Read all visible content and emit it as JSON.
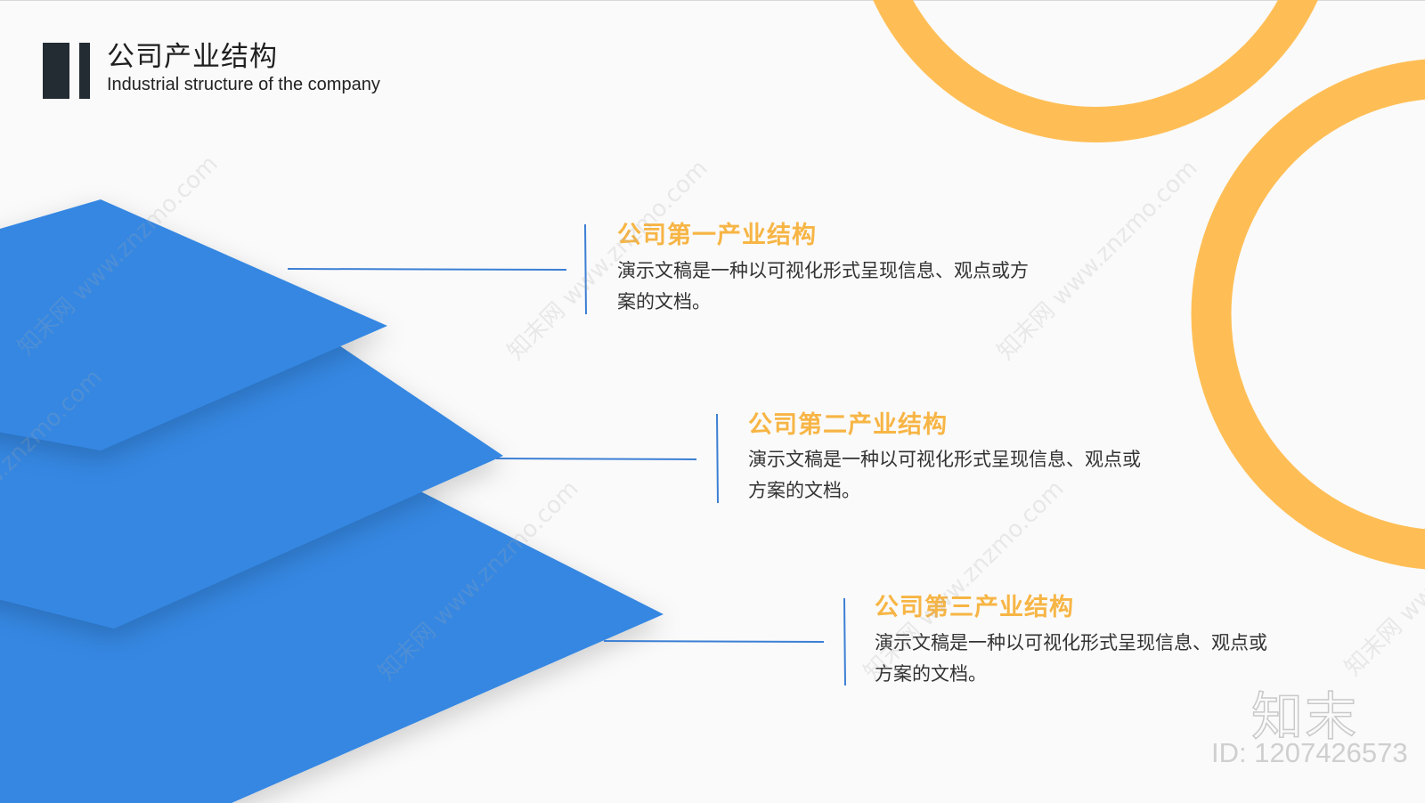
{
  "header": {
    "title_zh": "公司产业结构",
    "title_en": "Industrial structure of the company"
  },
  "items": [
    {
      "title": "公司第一产业结构",
      "desc": "演示文稿是一种以可视化形式呈现信息、观点或方案的文档。"
    },
    {
      "title": "公司第二产业结构",
      "desc": "演示文稿是一种以可视化形式呈现信息、观点或方案的文档。"
    },
    {
      "title": "公司第三产业结构",
      "desc": "演示文稿是一种以可视化形式呈现信息、观点或方案的文档。"
    }
  ],
  "watermark": {
    "text": "知末网 www.znzmo.com",
    "logo": "知末",
    "id": "ID: 1207426573"
  },
  "colors": {
    "accent_orange": "#ffbe55",
    "title_orange": "#f7b545",
    "layer_blue": "#3487e2",
    "connector_blue": "#3c7fd4",
    "dark_bar": "#232b33"
  }
}
